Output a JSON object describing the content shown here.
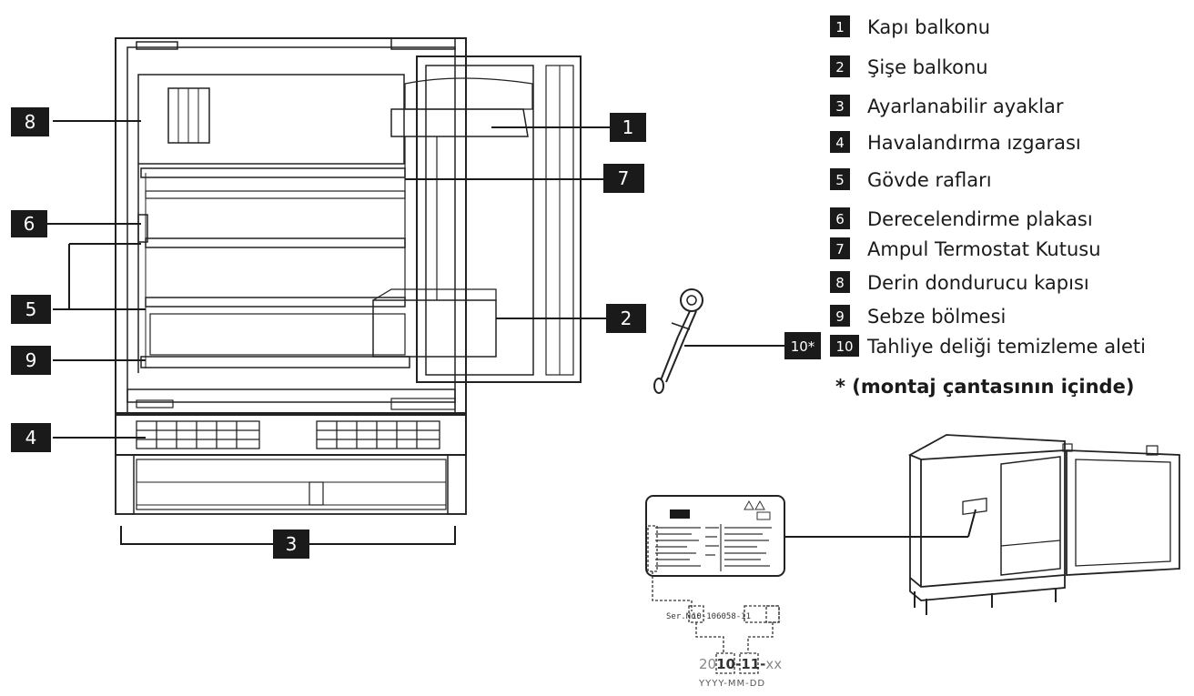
{
  "callouts": {
    "c1": "1",
    "c2": "2",
    "c3": "3",
    "c4": "4",
    "c5": "5",
    "c6": "6",
    "c7": "7",
    "c8": "8",
    "c9": "9",
    "c10": "10*"
  },
  "legend": {
    "items": [
      {
        "num": "1",
        "text": "Kapı balkonu"
      },
      {
        "num": "2",
        "text": "Şişe balkonu"
      },
      {
        "num": "3",
        "text": "Ayarlanabilir ayaklar"
      },
      {
        "num": "4",
        "text": "Havalandırma ızgarası"
      },
      {
        "num": "5",
        "text": "Gövde rafları"
      },
      {
        "num": "6",
        "text": "Derecelendirme plakası"
      },
      {
        "num": "7",
        "text": "Ampul Termostat Kutusu"
      },
      {
        "num": "8",
        "text": "Derin dondurucu kapısı"
      },
      {
        "num": "9",
        "text": "Sebze bölmesi"
      },
      {
        "num": "10",
        "text": "Tahliye deliği temizleme aleti"
      }
    ],
    "note": "* (montaj çantasının içinde)"
  },
  "serial": {
    "label": "Ser.No:",
    "number": "10-106058-11",
    "date_prefix": "20",
    "date_yy": "10",
    "date_sep1": "-",
    "date_mm": "11",
    "date_sep2": "-",
    "date_dd": "xx",
    "date_format": "YYYY-MM-DD"
  },
  "colors": {
    "ink": "#1a1a1a",
    "callout_bg": "#1a1a1a",
    "callout_text": "#ffffff"
  }
}
